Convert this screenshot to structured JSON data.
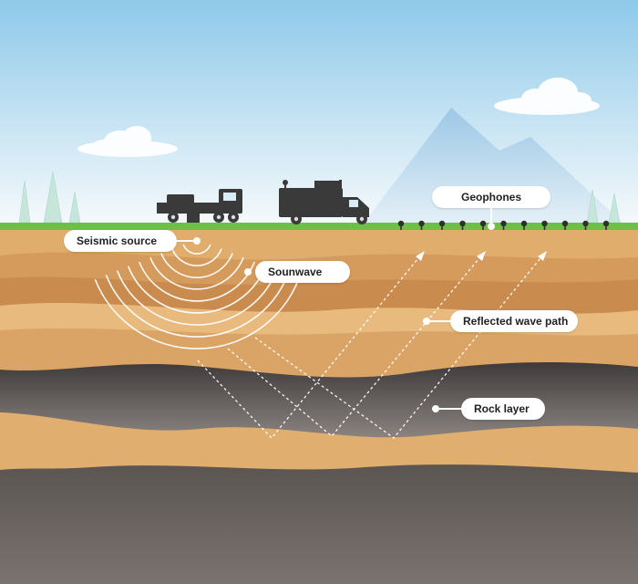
{
  "labels": {
    "seismic_source": "Seismic source",
    "soundwave": "Sounwave",
    "geophones": "Geophones",
    "reflected_wave_path": "Reflected wave path",
    "rock_layer": "Rock layer"
  },
  "colors": {
    "sky_top": "#8ec9ea",
    "sky_bottom": "#f4f8fb",
    "mountain": "#a9cde6",
    "grass": "#6dbf45",
    "soil_light": "#e8b877",
    "soil_mid": "#d39a5a",
    "soil_dark": "#c98a4b",
    "rock": "#4f4a48",
    "bedrock": "#6b6562",
    "vehicle": "#3a3a3a",
    "tree": "#bfe3d6",
    "wave": "#ffffff"
  },
  "icons": [
    "vibroseis-truck-icon",
    "recording-truck-icon",
    "geophone-icon",
    "tree-icon",
    "cloud-icon",
    "mountain-icon"
  ]
}
